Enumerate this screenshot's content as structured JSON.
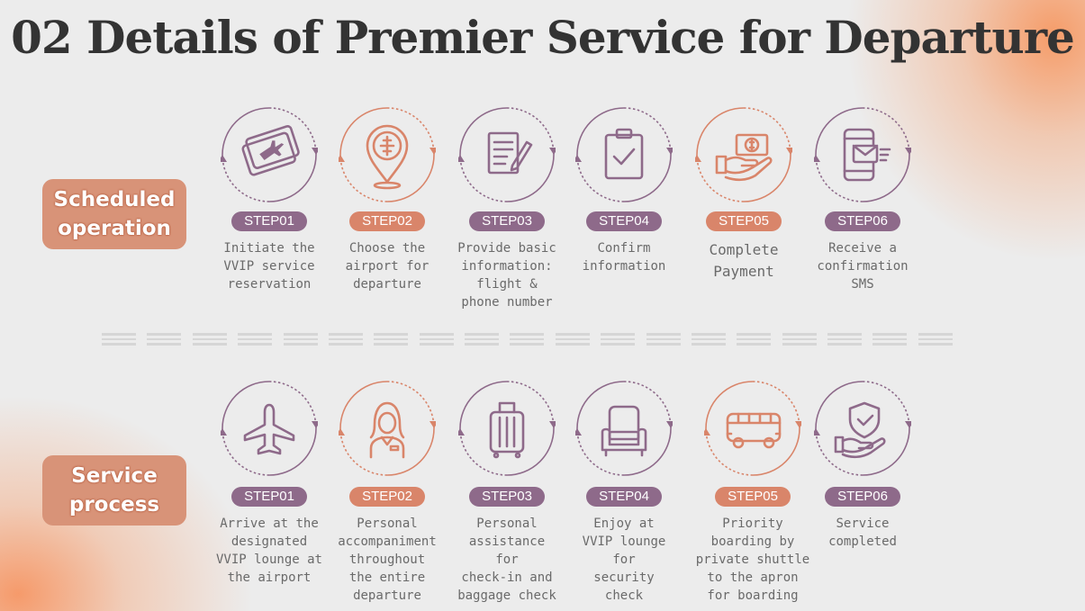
{
  "title": "02 Details of Premier Service for Departure",
  "colors": {
    "purple": "#8e6a8a",
    "orange": "#d9856a",
    "label_bg": "#d89378"
  },
  "rows": [
    {
      "label": "Scheduled\noperation",
      "steps": [
        {
          "step": "STEP01",
          "text": "Initiate the\nVVIP service\nreservation",
          "icon": "tickets-icon",
          "color": "purple"
        },
        {
          "step": "STEP02",
          "text": "Choose the\nairport for\ndeparture",
          "icon": "location-pin-icon",
          "color": "orange"
        },
        {
          "step": "STEP03",
          "text": "Provide basic\ninformation:\nflight &\nphone number",
          "icon": "document-pen-icon",
          "color": "purple"
        },
        {
          "step": "STEP04",
          "text": "Confirm\ninformation",
          "icon": "clipboard-check-icon",
          "color": "purple"
        },
        {
          "step": "STEP05",
          "text": "Complete\nPayment",
          "icon": "hand-money-icon",
          "color": "orange"
        },
        {
          "step": "STEP06",
          "text": "Receive a\nconfirmation\nSMS",
          "icon": "phone-message-icon",
          "color": "purple"
        }
      ]
    },
    {
      "label": "Service\nprocess",
      "steps": [
        {
          "step": "STEP01",
          "text": "Arrive at the\ndesignated\nVVIP lounge at\nthe airport",
          "icon": "airplane-icon",
          "color": "purple"
        },
        {
          "step": "STEP02",
          "text": "Personal\naccompaniment\nthroughout\nthe entire\ndeparture",
          "icon": "attendant-icon",
          "color": "orange"
        },
        {
          "step": "STEP03",
          "text": "Personal\nassistance\nfor\ncheck-in and\nbaggage check",
          "icon": "suitcase-icon",
          "color": "purple"
        },
        {
          "step": "STEP04",
          "text": "Enjoy at\nVVIP lounge\nfor\nsecurity\ncheck",
          "icon": "armchair-icon",
          "color": "purple"
        },
        {
          "step": "STEP05",
          "text": "Priority\nboarding by\nprivate shuttle\nto the apron\nfor boarding",
          "icon": "shuttle-bus-icon",
          "color": "orange"
        },
        {
          "step": "STEP06",
          "text": "Service\ncompleted",
          "icon": "hand-shield-icon",
          "color": "purple"
        }
      ]
    }
  ]
}
